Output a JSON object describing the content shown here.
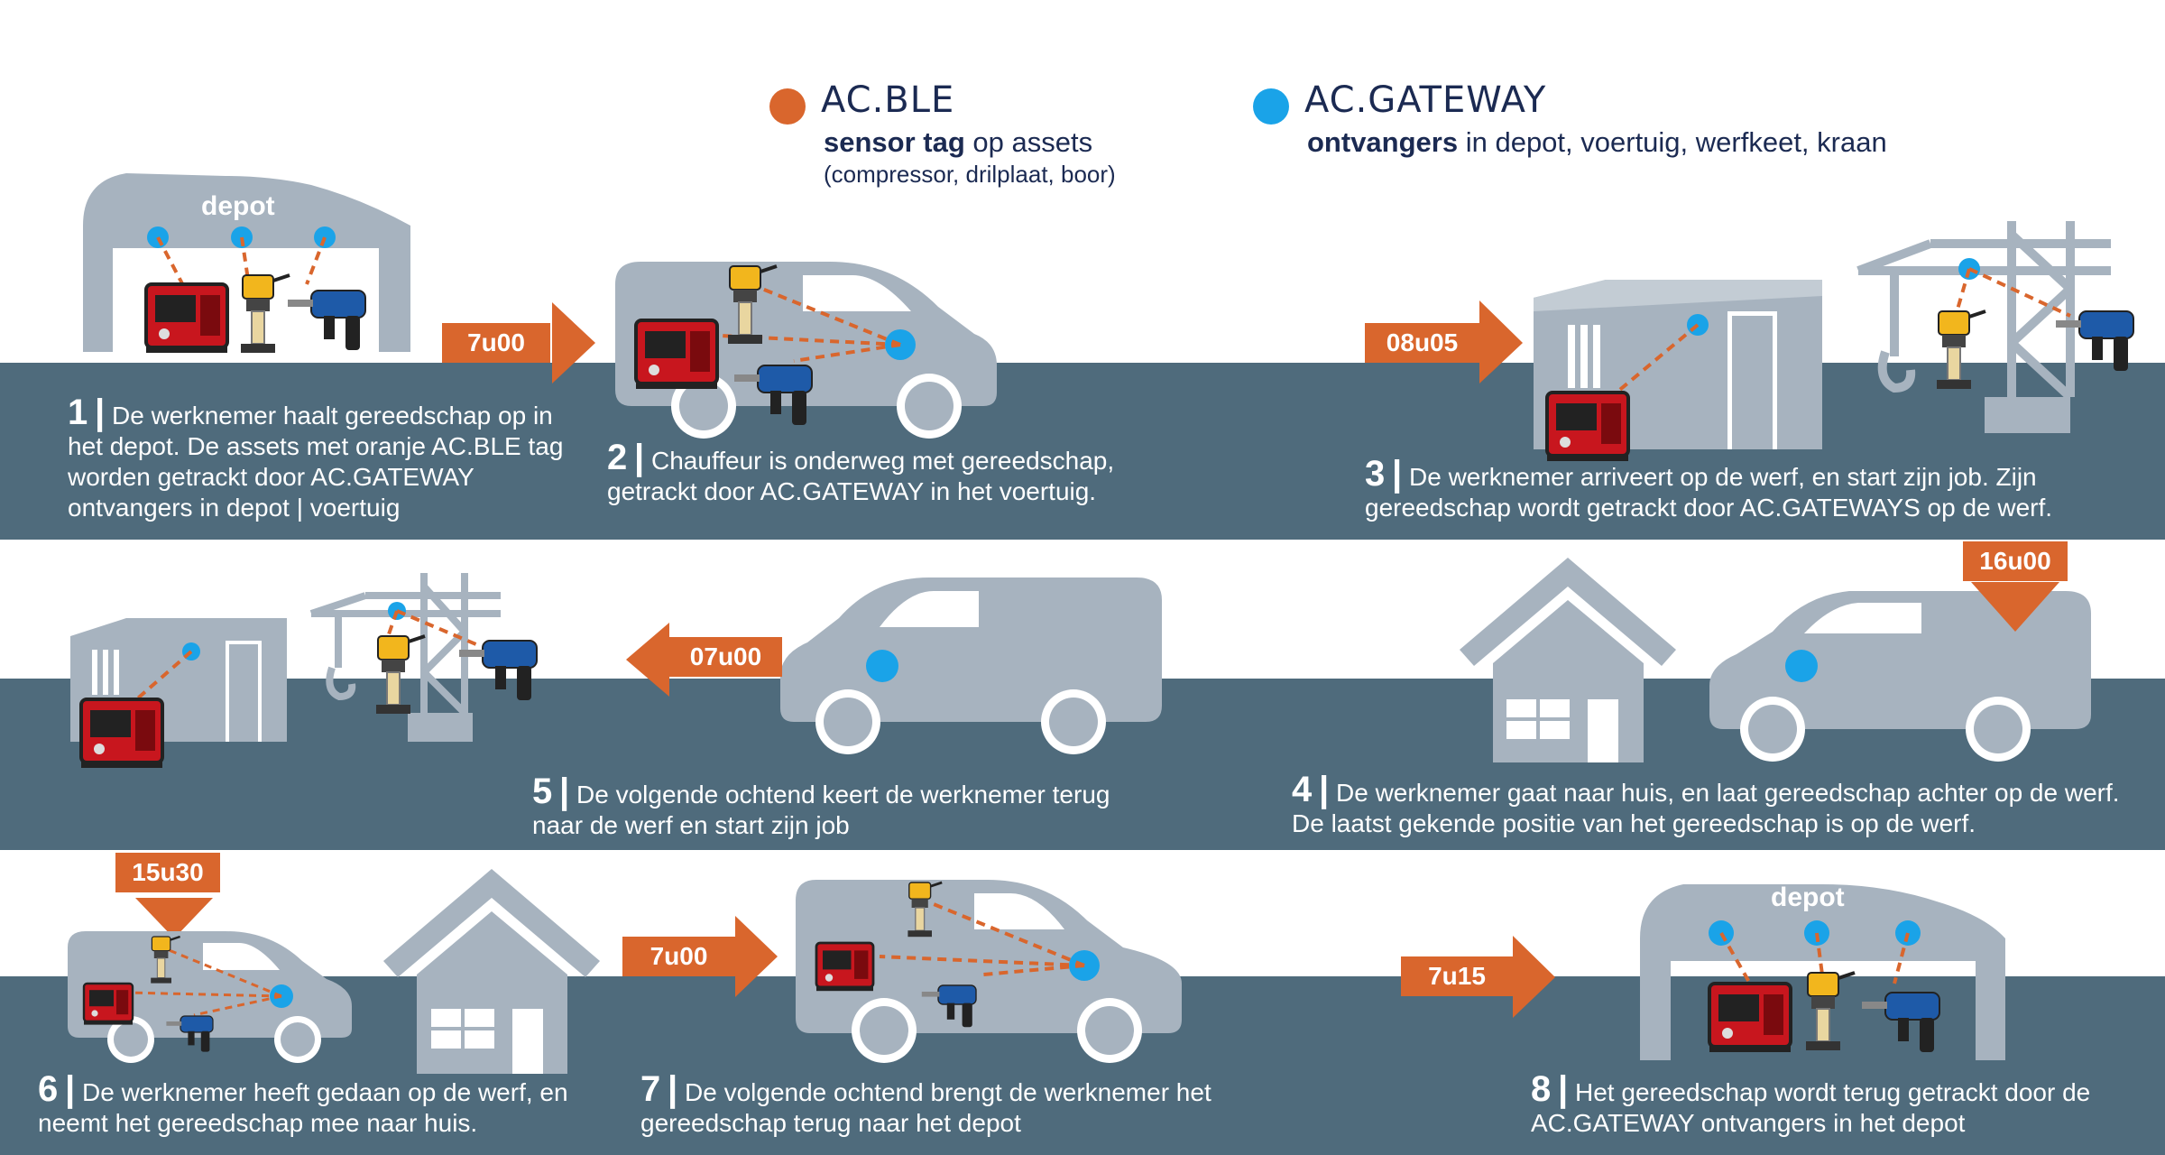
{
  "colors": {
    "band": "#4f6b7c",
    "orange": "#d9662d",
    "blue": "#1aa3e8",
    "grey": "#a7b3bf",
    "navy": "#1b2a52"
  },
  "legend": {
    "ble": {
      "title": "AC.BLE",
      "sub_bold": "sensor tag",
      "sub_rest": " op assets",
      "note": "(compressor, drilplaat, boor)"
    },
    "gateway": {
      "title": "AC.GATEWAY",
      "sub_bold": "ontvangers",
      "sub_rest": " in depot, voertuig, werfkeet, kraan"
    }
  },
  "depot_label": "depot",
  "times": {
    "t1": "7u00",
    "t2": "08u05",
    "t3": "16u00",
    "t4": "07u00",
    "t5": "15u30",
    "t6": "7u00",
    "t7": "7u15"
  },
  "steps": [
    {
      "num": "1",
      "text": "De werknemer haalt gereedschap op in het depot. De assets met oranje AC.BLE tag worden getrackt door AC.GATEWAY ontvangers in depot | voertuig"
    },
    {
      "num": "2",
      "text": "Chauffeur is onderweg met gereedschap, getrackt door AC.GATEWAY in het voertuig."
    },
    {
      "num": "3",
      "text": "De werknemer arriveert op de werf, en start zijn job. Zijn gereedschap wordt getrackt door AC.GATEWAYS op de werf."
    },
    {
      "num": "4",
      "text": "De werknemer gaat naar huis, en laat gereedschap achter op de werf. De laatst gekende positie van het gereedschap is op de werf."
    },
    {
      "num": "5",
      "text": "De volgende ochtend keert de werknemer terug naar de werf en start zijn job"
    },
    {
      "num": "6",
      "text": "De werknemer heeft gedaan op de werf, en neemt het gereedschap mee naar huis."
    },
    {
      "num": "7",
      "text": "De volgende ochtend brengt de werknemer het gereedschap terug naar het depot"
    },
    {
      "num": "8",
      "text": "Het gereedschap wordt terug getrackt door de AC.GATEWAY ontvangers in het depot"
    }
  ],
  "icons": [
    "depot-icon",
    "van-icon",
    "site-cabin-icon",
    "crane-icon",
    "house-icon",
    "generator-icon",
    "plate-compactor-icon",
    "drill-icon",
    "arrow-right-icon",
    "arrow-left-icon",
    "arrow-down-icon",
    "gateway-dot-icon",
    "ble-dot-icon"
  ]
}
